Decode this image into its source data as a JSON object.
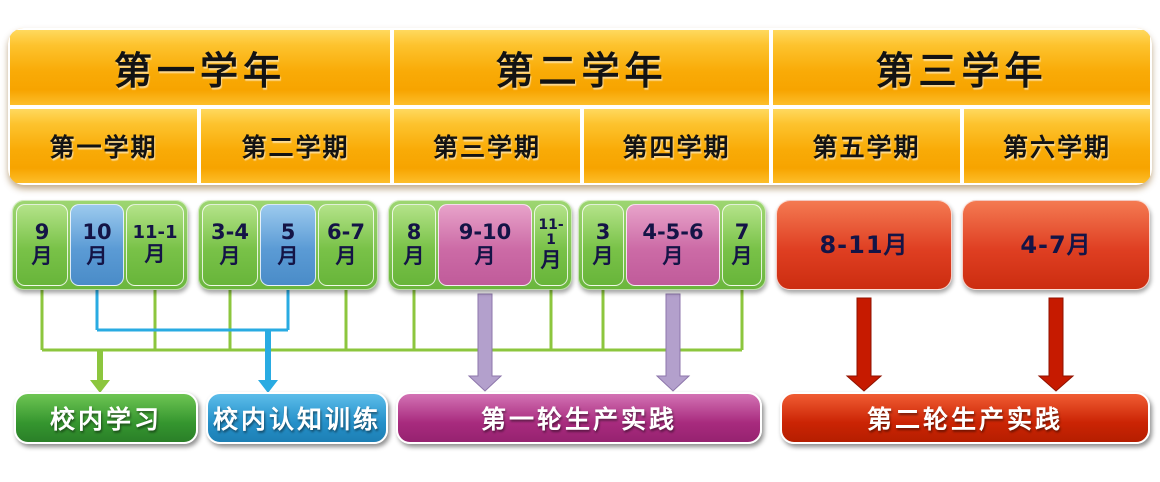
{
  "years": [
    {
      "label": "第一学年"
    },
    {
      "label": "第二学年"
    },
    {
      "label": "第三学年"
    }
  ],
  "semesters": [
    {
      "label": "第一学期"
    },
    {
      "label": "第二学期"
    },
    {
      "label": "第三学期"
    },
    {
      "label": "第四学期"
    },
    {
      "label": "第五学期"
    },
    {
      "label": "第六学期"
    }
  ],
  "months": [
    {
      "text": "9",
      "unit": "月",
      "category": "campus-study"
    },
    {
      "text": "10",
      "unit": "月",
      "category": "cognitive-training"
    },
    {
      "text": "11-1",
      "unit": "月",
      "category": "campus-study"
    },
    {
      "text": "3-4",
      "unit": "月",
      "category": "campus-study"
    },
    {
      "text": "5",
      "unit": "月",
      "category": "cognitive-training"
    },
    {
      "text": "6-7",
      "unit": "月",
      "category": "campus-study"
    },
    {
      "text": "8",
      "unit": "月",
      "category": "campus-study"
    },
    {
      "text": "9-10",
      "unit": "月",
      "category": "production-practice-1"
    },
    {
      "text": "11-1",
      "unit": "月",
      "category": "campus-study"
    },
    {
      "text": "3",
      "unit": "月",
      "category": "campus-study"
    },
    {
      "text": "4-5-6",
      "unit": "月",
      "category": "production-practice-1"
    },
    {
      "text": "7",
      "unit": "月",
      "category": "campus-study"
    },
    {
      "text": "8-11月",
      "category": "production-practice-2"
    },
    {
      "text": "4-7月",
      "category": "production-practice-2"
    }
  ],
  "activities": [
    {
      "label": "校内学习"
    },
    {
      "label": "校内认知训练"
    },
    {
      "label": "第一轮生产实践"
    },
    {
      "label": "第二轮生产实践"
    }
  ],
  "colors": {
    "header-gold": "#F9A800",
    "month-green": "#74BF44",
    "month-blue": "#5B9BD5",
    "month-pink": "#CC6BA6",
    "month-red": "#D93A20",
    "line-green": "#8CC63E",
    "line-blue": "#29ABE2",
    "arrow-purple": "#B3A0CC",
    "arrow-red": "#C61A00",
    "box-green": "#2F8F2F",
    "box-blue": "#1F86C0",
    "box-magenta": "#9E2576",
    "box-red": "#C02000"
  }
}
